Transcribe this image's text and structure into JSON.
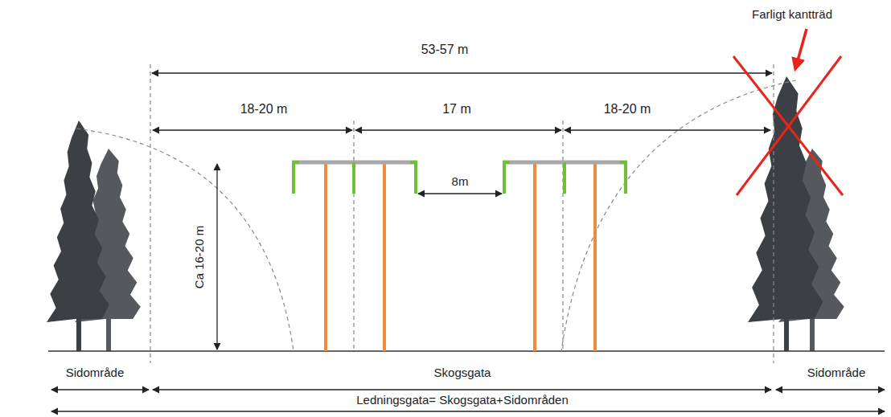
{
  "diagram": {
    "labels": [
      "Farligt kantträd",
      "53-57 m",
      "18-20 m",
      "17 m",
      "18-20 m",
      "8m",
      "Ca 16-20 m",
      "Sidområde",
      "Skogsgata",
      "Sidområde",
      "Ledningsgata= Skogsgata+Sidområden"
    ]
  }
}
